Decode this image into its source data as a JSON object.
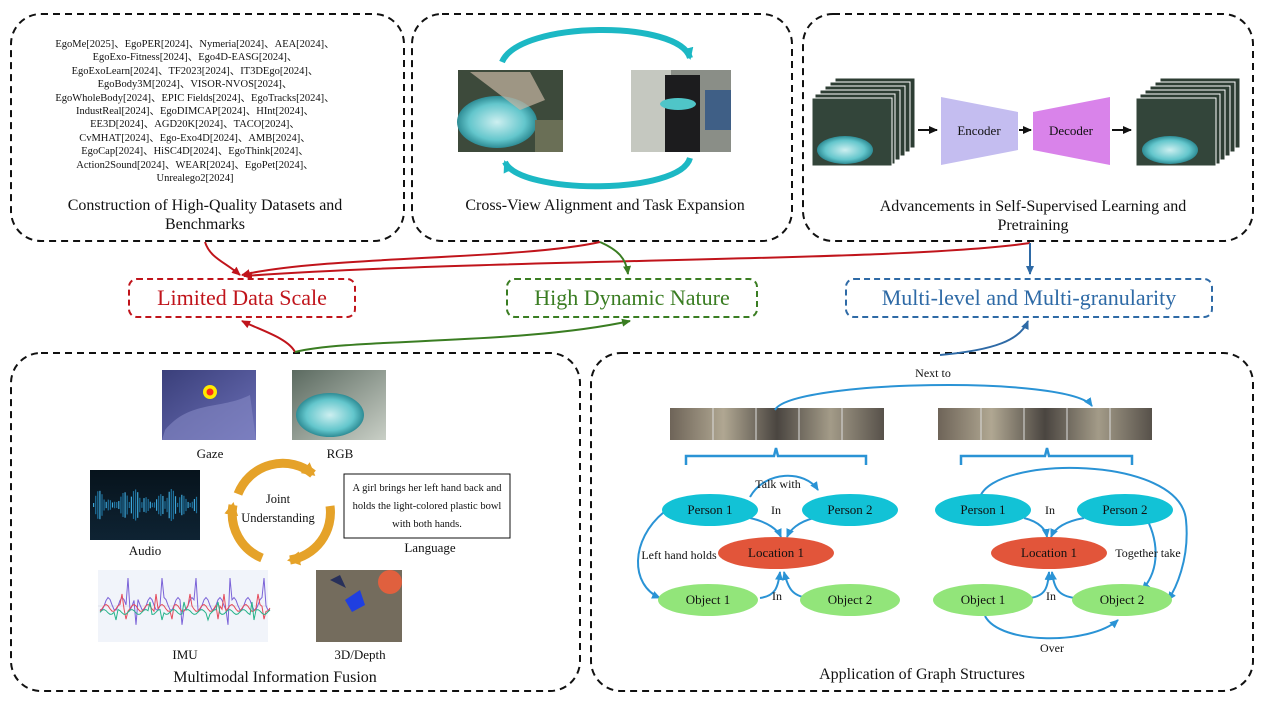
{
  "top_panels": {
    "datasets": {
      "title": "Construction of High-Quality Datasets and Benchmarks",
      "lines": [
        "EgoMe[2025]、EgoPER[2024]、Nymeria[2024]、AEA[2024]、",
        "EgoExo-Fitness[2024]、Ego4D-EASG[2024]、",
        "EgoExoLearn[2024]、TF2023[2024]、IT3DEgo[2024]、",
        "EgoBody3M[2024]、VISOR-NVOS[2024]、",
        "EgoWholeBody[2024]、EPIC Fields[2024]、EgoTracks[2024]、",
        "IndustReal[2024]、EgoDIMCAP[2024]、HInt[2024]、",
        "EE3D[2024]、AGD20K[2024]、TACO[2024]、",
        "CvMHAT[2024]、Ego-Exo4D[2024]、AMB[2024]、",
        "EgoCap[2024]、HiSC4D[2024]、EgoThink[2024]、",
        "Action2Sound[2024]、WEAR[2024]、EgoPet[2024]、",
        "Unrealego2[2024]"
      ]
    },
    "cross_view": {
      "title": "Cross-View Alignment and Task Expansion"
    },
    "ssl": {
      "title": "Advancements in Self-Supervised Learning and Pretraining",
      "encoder_label": "Encoder",
      "decoder_label": "Decoder"
    }
  },
  "challenges": {
    "data_scale": "Limited Data Scale",
    "dynamic": "High Dynamic Nature",
    "multilevel": "Multi-level and Multi-granularity"
  },
  "multimodal": {
    "title": "Multimodal Information Fusion",
    "center_label": "Joint Understanding",
    "gaze": "Gaze",
    "rgb": "RGB",
    "audio": "Audio",
    "language": "Language",
    "language_text": "A girl brings her left hand back and holds the light-colored plastic bowl with both hands.",
    "imu": "IMU",
    "depth": "3D/Depth"
  },
  "graph": {
    "title": "Application of Graph Structures",
    "top_edge": "Next to",
    "left": {
      "person1": "Person 1",
      "person2": "Person 2",
      "location": "Location 1",
      "object1": "Object 1",
      "object2": "Object 2",
      "talk_with": "Talk with",
      "in_top": "In",
      "in_bottom": "In",
      "left_hand_holds": "Left hand holds"
    },
    "right": {
      "person1": "Person 1",
      "person2": "Person 2",
      "location": "Location 1",
      "object1": "Object 1",
      "object2": "Object 2",
      "in_top": "In",
      "in_bottom": "In",
      "together_take": "Together take",
      "over": "Over"
    }
  },
  "colors": {
    "red": "#c0141b",
    "green": "#3a7d22",
    "blue": "#2e6aa6",
    "cyan_node": "#12c2d6",
    "location_node": "#e2553a",
    "object_node": "#92e57a",
    "edge_blue": "#2a93d5",
    "teal_arrow": "#1cb8c4",
    "cycle_orange": "#e5a229",
    "encoder": "#c4bdf0",
    "decoder": "#d983ea"
  }
}
